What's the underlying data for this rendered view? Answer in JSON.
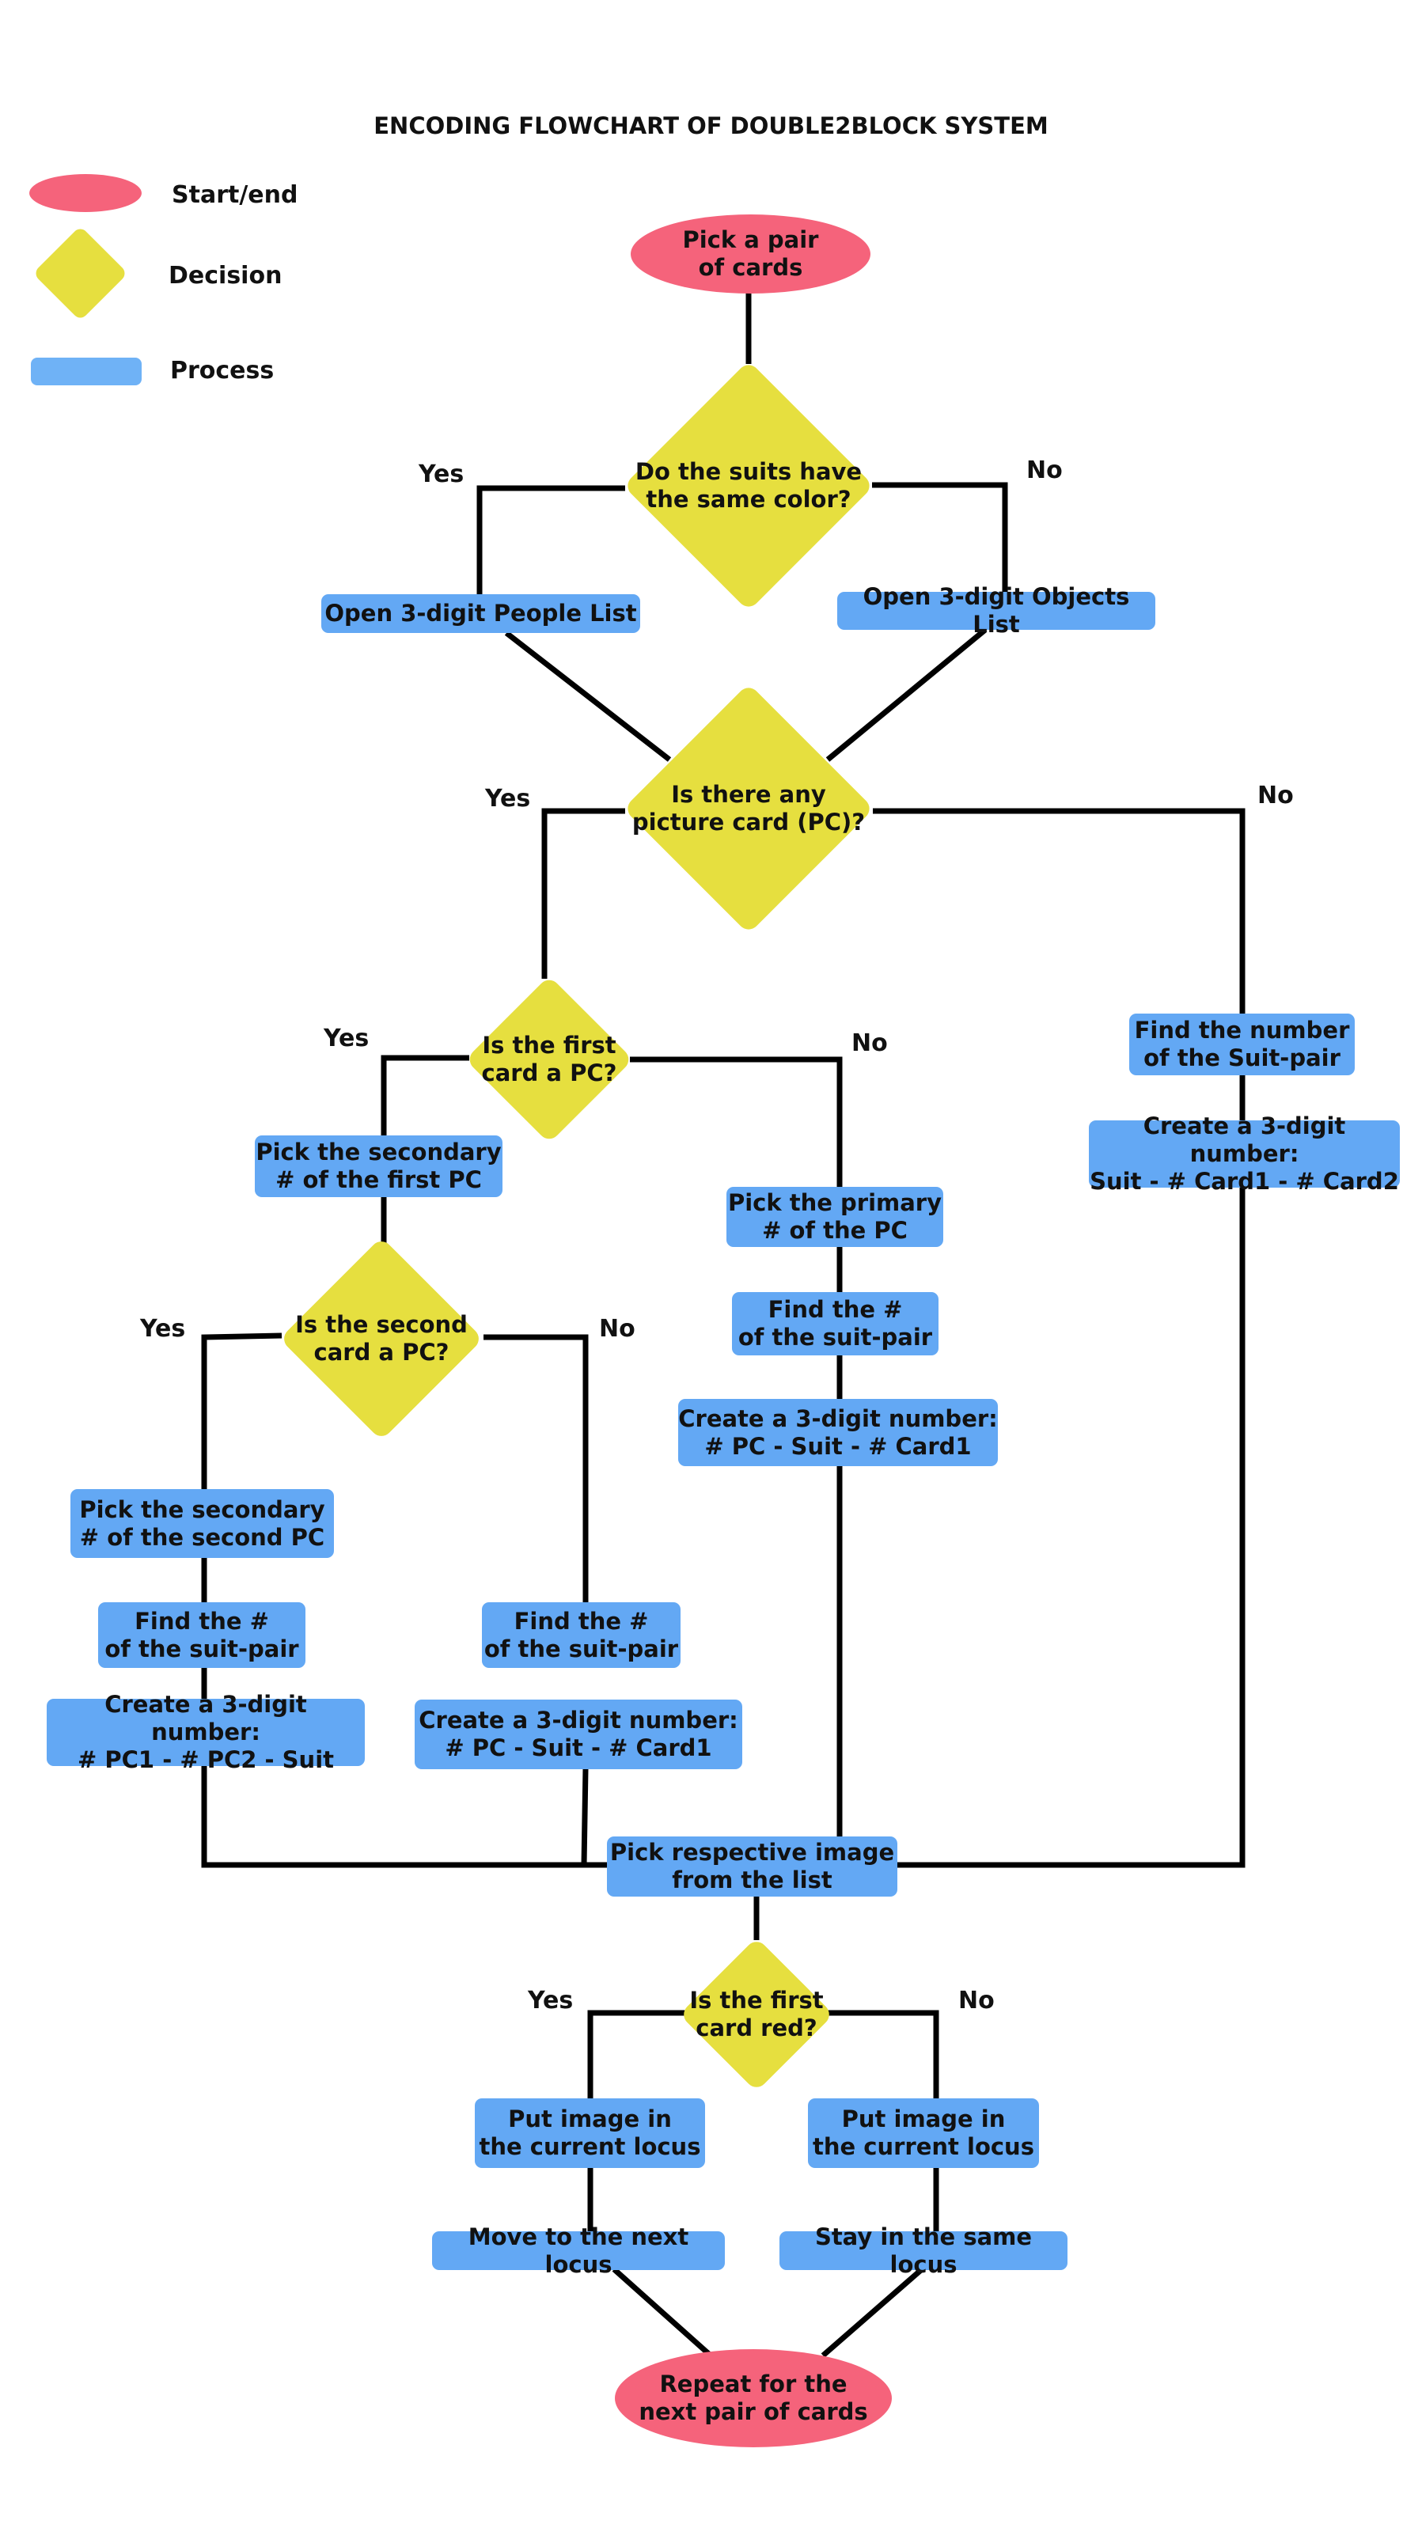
{
  "title": "ENCODING FLOWCHART OF DOUBLE2BLOCK SYSTEM",
  "colors": {
    "terminal": "#f5637b",
    "decision": "#e6df3f",
    "process": "#63a8f4",
    "line": "#000000"
  },
  "legend": {
    "start_end": "Start/end",
    "decision": "Decision",
    "process": "Process"
  },
  "nodes": {
    "start": "Pick a pair\nof cards",
    "d_color": "Do the suits have\nthe same color?",
    "people_list": "Open 3-digit People List",
    "objects_list": "Open 3-digit Objects List",
    "d_pc": "Is there any\npicture card (PC)?",
    "d_first_pc": "Is the first\ncard a PC?",
    "secondary_first": "Pick the secondary\n# of the first PC",
    "d_second_pc": "Is the second\ncard a PC?",
    "secondary_second": "Pick the secondary\n# of the second PC",
    "suitpair_left": "Find the #\nof the suit-pair",
    "create_left": "Create a 3-digit number:\n# PC1 - # PC2 - Suit",
    "suitpair_mid": "Find the #\nof the suit-pair",
    "create_mid": "Create a 3-digit number:\n# PC - Suit - # Card1",
    "primary": "Pick the primary\n# of the PC",
    "suitpair_center": "Find the #\nof the suit-pair",
    "create_center": "Create a 3-digit number:\n# PC - Suit - # Card1",
    "suitpair_right": "Find the number\nof the Suit-pair",
    "create_right": "Create a 3-digit number:\nSuit - # Card1 - # Card2",
    "pick_image": "Pick respective image\nfrom the list",
    "d_red": "Is the first\ncard red?",
    "put_left": "Put image in\nthe current locus",
    "put_right": "Put image in\nthe current locus",
    "next_locus": "Move to the next locus",
    "same_locus": "Stay in the same locus",
    "end": "Repeat for the\nnext pair of cards"
  },
  "branch_labels": {
    "color_yes": "Yes",
    "color_no": "No",
    "pc_yes": "Yes",
    "pc_no": "No",
    "first_yes": "Yes",
    "first_no": "No",
    "second_yes": "Yes",
    "second_no": "No",
    "red_yes": "Yes",
    "red_no": "No"
  }
}
